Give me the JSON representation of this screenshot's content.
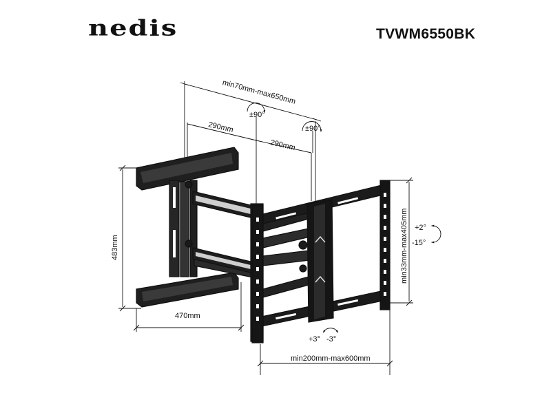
{
  "header": {
    "brand": "nedis",
    "model": "TVWM6550BK"
  },
  "dimensions": {
    "extension": "min70mm-max650mm",
    "arm1": "290mm",
    "arm2": "290mm",
    "swivel1": "±90°",
    "swivel2": "±90°",
    "wall_height": "483mm",
    "wall_width": "470mm",
    "vesa_vertical": "min33mm-max405mm",
    "vesa_horizontal": "min200mm-max600mm",
    "tilt_up": "+2°",
    "tilt_down": "-15°",
    "rotate_left": "+3°",
    "rotate_right": "-3°"
  },
  "colors": {
    "line": "#111111",
    "metal_dark": "#1a1a1a",
    "metal_mid": "#3a3a3a",
    "hole": "#ffffff"
  }
}
